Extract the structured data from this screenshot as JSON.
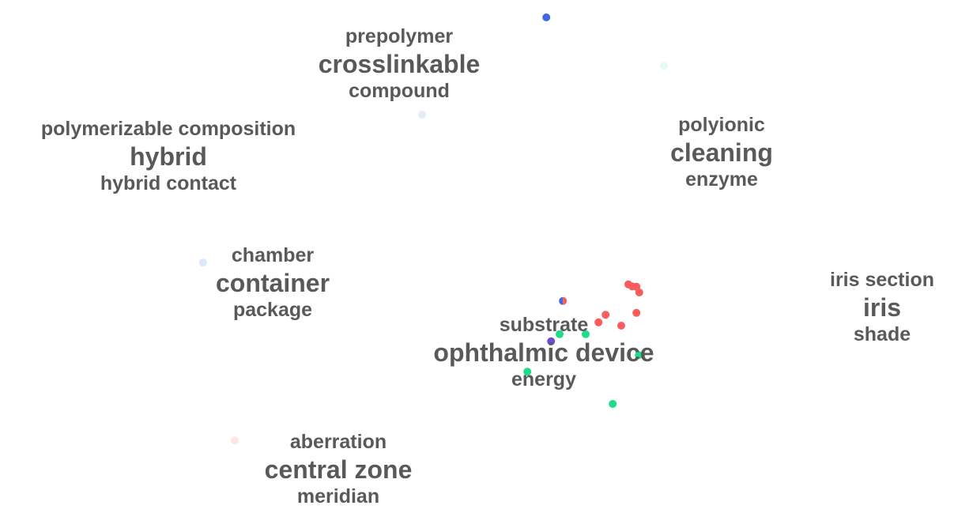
{
  "chart_data": {
    "type": "scatter",
    "title": "",
    "xlabel": "",
    "ylabel": "",
    "grid": false,
    "xlim": [
      -10,
      10.1
    ],
    "ylim": [
      -5.4,
      5.4
    ],
    "points": [
      {
        "x": 1.52,
        "y": 5.05,
        "color": "#4169e1"
      },
      {
        "x": 4.0,
        "y": 4.03,
        "color": "#e6fbf2"
      },
      {
        "x": -1.1,
        "y": 3.0,
        "color": "#e3ebfb"
      },
      {
        "x": -5.72,
        "y": -0.12,
        "color": "#dde6fb"
      },
      {
        "x": -5.05,
        "y": -3.87,
        "color": "#fde6e6"
      },
      {
        "x": 1.87,
        "y": -0.93,
        "color": "#4169e1",
        "color2": "#f85c5c"
      },
      {
        "x": 3.25,
        "y": -0.58,
        "color": "#f85c5c"
      },
      {
        "x": 3.33,
        "y": -0.62,
        "color": "#f85c5c"
      },
      {
        "x": 3.42,
        "y": -0.63,
        "color": "#f85c5c"
      },
      {
        "x": 3.48,
        "y": -0.75,
        "color": "#f85c5c"
      },
      {
        "x": 2.77,
        "y": -1.22,
        "color": "#f85c5c"
      },
      {
        "x": 3.42,
        "y": -1.18,
        "color": "#f85c5c"
      },
      {
        "x": 3.1,
        "y": -1.45,
        "color": "#f85c5c"
      },
      {
        "x": 2.62,
        "y": -1.38,
        "color": "#f85c5c"
      },
      {
        "x": 1.8,
        "y": -1.63,
        "color": "#1fdc8a"
      },
      {
        "x": 2.35,
        "y": -1.63,
        "color": "#1fdc8a"
      },
      {
        "x": 1.12,
        "y": -2.42,
        "color": "#1fdc8a"
      },
      {
        "x": 2.92,
        "y": -3.1,
        "color": "#1fdc8a"
      },
      {
        "x": 3.47,
        "y": -2.07,
        "color": "#1fdc8a"
      },
      {
        "x": 1.62,
        "y": -1.78,
        "color": "#6a4fd0"
      }
    ],
    "clusters": [
      {
        "top": "prepolymer",
        "main": "crosslinkable",
        "bottom": "compound"
      },
      {
        "top": "polymerizable composition",
        "main": "hybrid",
        "bottom": "hybrid contact"
      },
      {
        "top": "polyionic",
        "main": "cleaning",
        "bottom": "enzyme"
      },
      {
        "top": "chamber",
        "main": "container",
        "bottom": "package"
      },
      {
        "top": "iris section",
        "main": "iris",
        "bottom": "shade"
      },
      {
        "top": "substrate",
        "main": "ophthalmic device",
        "bottom": "energy"
      },
      {
        "top": "aberration",
        "main": "central zone",
        "bottom": "meridian"
      }
    ]
  }
}
